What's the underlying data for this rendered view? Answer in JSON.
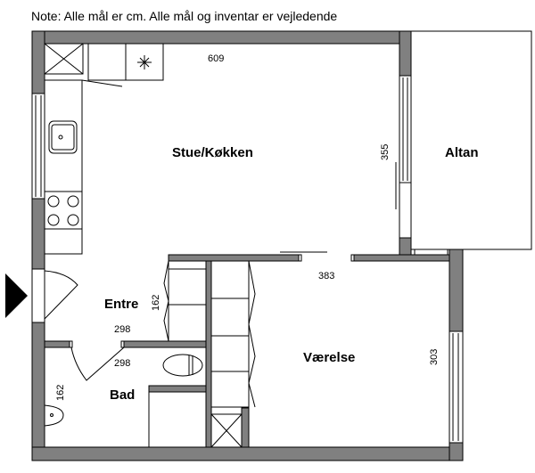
{
  "note": "Note: Alle mål er cm. Alle mål og inventar er vejledende",
  "rooms": {
    "living": "Stue/Køkken",
    "balcony": "Altan",
    "hall": "Entre",
    "bath": "Bad",
    "bedroom": "Værelse"
  },
  "dimensions": {
    "living_width": "609",
    "living_depth": "355",
    "bedroom_width": "383",
    "bedroom_depth": "303",
    "hall_depth": "162",
    "hall_width": "298",
    "bath_width": "298",
    "bath_depth": "162"
  },
  "colors": {
    "wall": "#808080",
    "line": "#000000"
  }
}
